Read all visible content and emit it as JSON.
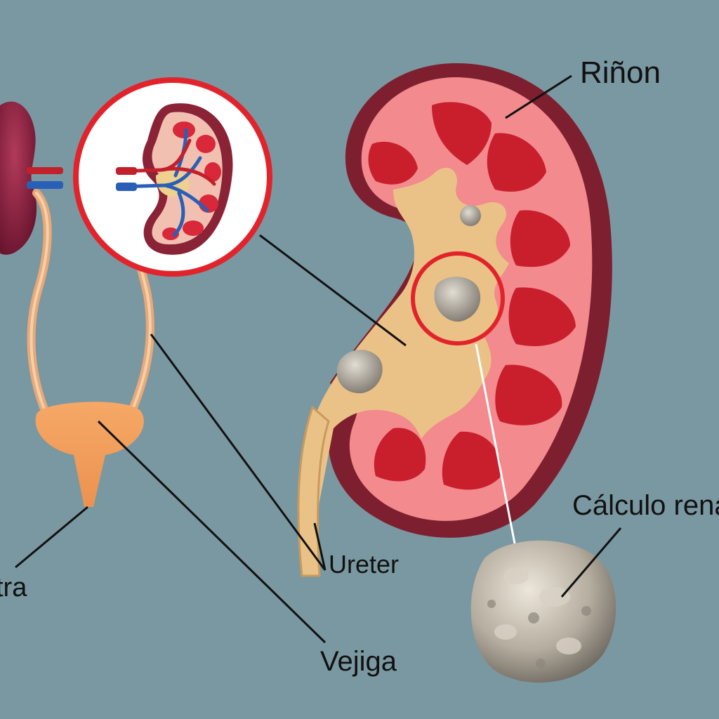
{
  "labels": {
    "rinon": "Riñon",
    "calculo": "Cálculo renal",
    "ureter": "Ureter",
    "vejiga": "Vejiga",
    "uretra": "tra"
  },
  "colors": {
    "background": "#7a98a1",
    "kidney_outer": "#7e1f2f",
    "kidney_cortex": "#f08080",
    "kidney_pyramid": "#c9202c",
    "pelvis": "#ecc68a",
    "stone": "#b8b0a2",
    "callout_ring": "#e1232b",
    "bladder": "#f0a060",
    "leader_line": "#111111"
  }
}
